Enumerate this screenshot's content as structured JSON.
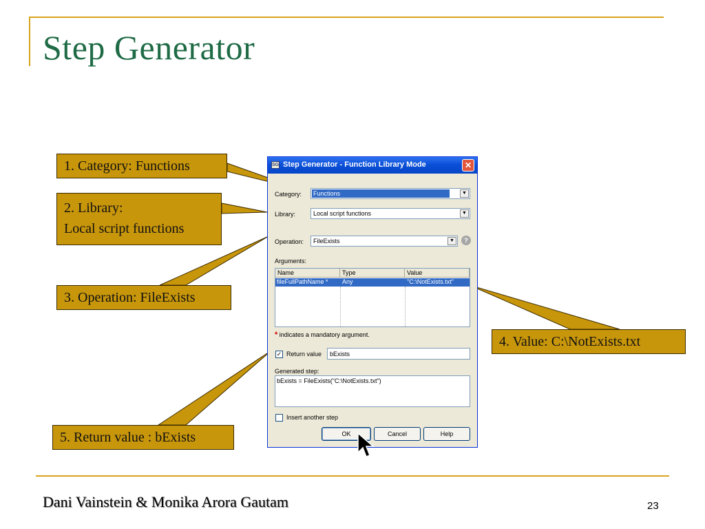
{
  "slide": {
    "title": "Step Generator",
    "footer_author": "Dani Vainstein & Monika Arora Gautam",
    "page_number": "23"
  },
  "callouts": {
    "category": "1. Category: Functions",
    "library_line1": "2. Library:",
    "library_line2": "Local script functions",
    "operation": "3. Operation: FileExists",
    "value": "4. Value: C:\\NotExists.txt",
    "return_value": "5. Return value : bExists"
  },
  "dialog": {
    "title": "Step Generator - Function Library Mode",
    "title_icon_glyph": "SG",
    "close_glyph": "✕",
    "category_label": "Category:",
    "category_value": "Functions",
    "library_label": "Library:",
    "library_value": "Local script functions",
    "operation_label": "Operation:",
    "operation_value": "FileExists",
    "help_glyph": "?",
    "dropdown_glyph": "▼",
    "arguments_label": "Arguments:",
    "arguments_columns": [
      "Name",
      "Type",
      "Value"
    ],
    "arguments_row": {
      "name": "fileFullPathName *",
      "type": "Any",
      "value": "\"C:\\NotExists.txt\""
    },
    "mandatory_star": "*",
    "mandatory_note": "indicates a mandatory argument.",
    "return_value_label": "Return value",
    "return_value_checked": true,
    "check_glyph": "✓",
    "return_value_text": "bExists",
    "generated_step_label": "Generated step:",
    "generated_step": "bExists = FileExists(\"C:\\NotExists.txt\")",
    "insert_another_label": "Insert another step",
    "insert_another_checked": false,
    "buttons": {
      "ok": "OK",
      "cancel": "Cancel",
      "help": "Help"
    }
  },
  "icons": {
    "title_icon": "step-generator-icon",
    "cursor": "mouse-pointer-icon"
  },
  "colors": {
    "title_green": "#1f6b46",
    "accent_gold": "#d9a21b",
    "callout_fill": "#c8960b",
    "xp_blue": "#0a4fd8",
    "selection_blue": "#316ac5"
  }
}
